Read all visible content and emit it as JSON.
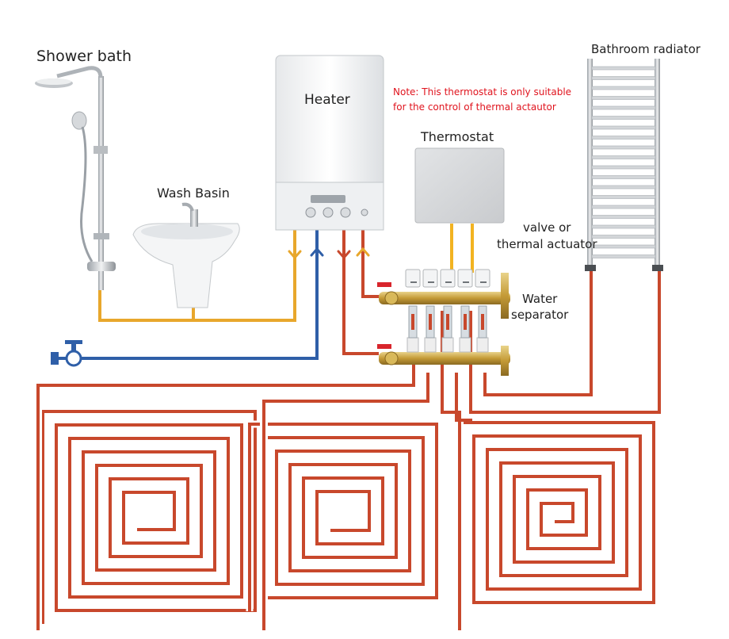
{
  "labels": {
    "shower": "Shower bath",
    "basin": "Wash Basin",
    "heater": "Heater",
    "note": "Note: This thermostat is only suitable for the control of thermal actautor",
    "thermostat": "Thermostat",
    "radiator": "Bathroom radiator",
    "valve_line1": "valve or",
    "valve_line2": "thermal actuator",
    "separator_line1": "Water",
    "separator_line2": "separator"
  },
  "colors": {
    "hot_pipe": "#c8482c",
    "warm_pipe": "#e8a72c",
    "cold_pipe": "#2f5fa8",
    "note_text": "#e0141e",
    "brass": "#c9a84a"
  }
}
